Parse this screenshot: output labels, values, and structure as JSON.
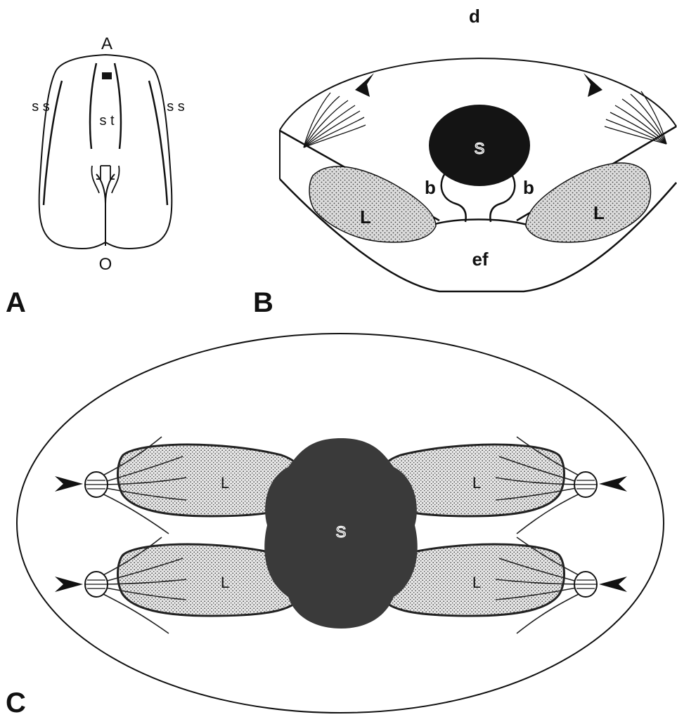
{
  "panels": {
    "a": {
      "panel_label": "A",
      "labels": {
        "anterior": "A",
        "posterior": "O",
        "side_left": "s s",
        "side_right": "s s",
        "center": "s t"
      }
    },
    "b": {
      "panel_label": "B",
      "labels": {
        "top": "d",
        "center": "S",
        "left_stalk": "b",
        "right_stalk": "b",
        "left_lobe": "L",
        "right_lobe": "L",
        "bottom": "ef"
      }
    },
    "c": {
      "panel_label": "C",
      "labels": {
        "center": "S",
        "lobe_top_left": "L",
        "lobe_top_right": "L",
        "lobe_bottom_left": "L",
        "lobe_bottom_right": "L"
      }
    }
  },
  "colors": {
    "ink": "#111111",
    "dark_fill": "#141414",
    "mid_fill": "#3a3a3a",
    "stipple_bg": "#dcdcdc"
  }
}
